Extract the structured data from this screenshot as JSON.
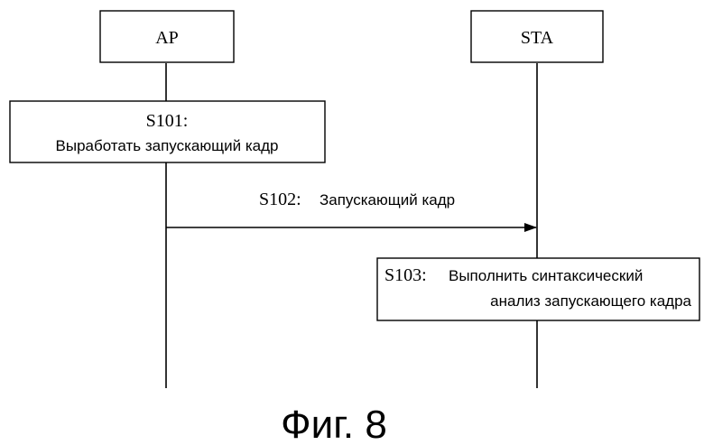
{
  "entities": {
    "left": "AP",
    "right": "STA"
  },
  "steps": {
    "s101": {
      "code": "S101:",
      "text": "Выработать запускающий кадр"
    },
    "s102": {
      "code": "S102:",
      "text": "Запускающий кадр"
    },
    "s103": {
      "code": "S103:",
      "text_line1": "Выполнить синтаксический",
      "text_line2": "анализ запускающего кадра"
    }
  },
  "figure_caption": "Фиг. 8"
}
